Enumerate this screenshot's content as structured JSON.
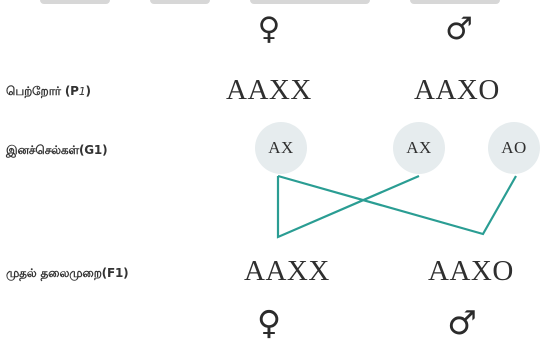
{
  "symbols": {
    "female": "♀",
    "male": "♂"
  },
  "rows": {
    "parents": {
      "label": "பெற்றோர் (P",
      "label_sub": "1",
      "label_close": ")",
      "female": "AAXX",
      "male": "AAXO"
    },
    "gametes": {
      "label": "இனச்செல்கள்(G1)",
      "items": [
        "AX",
        "AX",
        "AO"
      ]
    },
    "f1": {
      "label": "முதல் தலைமுறை(F1)",
      "female": "AAXX",
      "male": "AAXO"
    }
  },
  "colors": {
    "line": "#2a9d93",
    "gamete_fill": "#e6ecee",
    "text": "#2f2f2f"
  }
}
